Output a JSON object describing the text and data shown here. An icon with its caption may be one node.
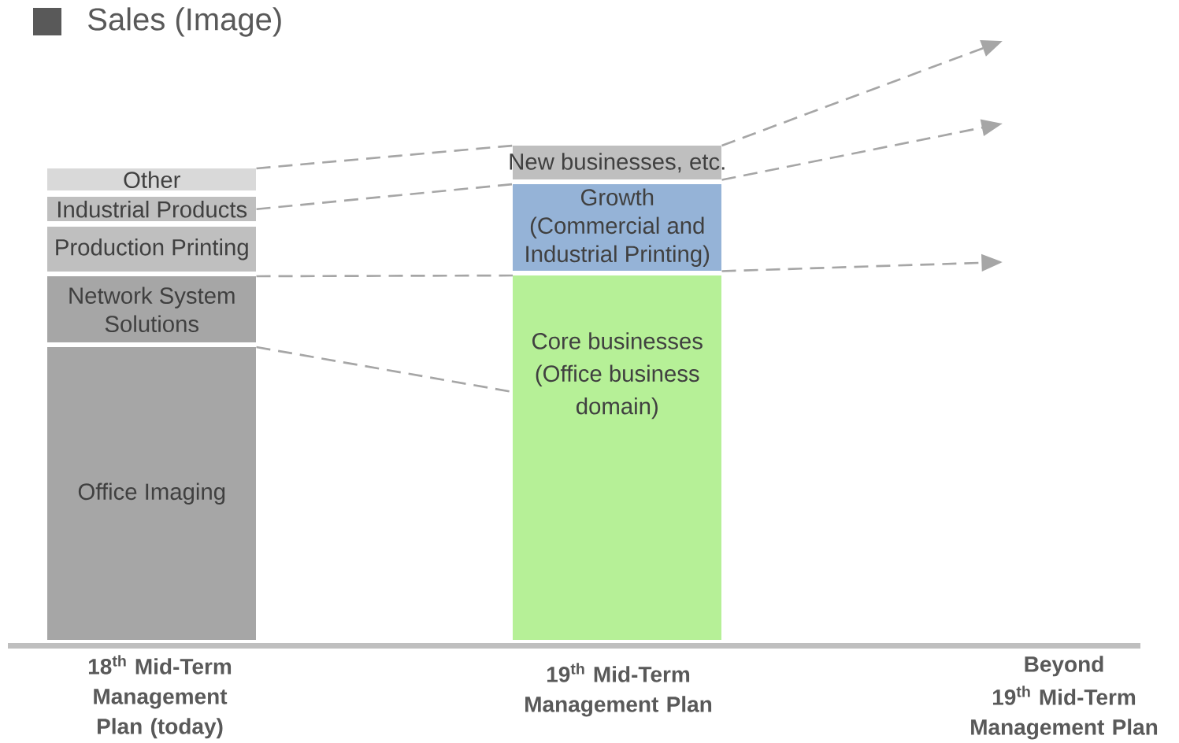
{
  "diagram": {
    "title": "Sales (Image)",
    "nodes": [
      {
        "text": [
          "Other"
        ]
      },
      {
        "text": [
          "Industrial Products"
        ]
      },
      {
        "text": [
          "Production Printing"
        ]
      },
      {
        "text": [
          "Network System Solutions"
        ]
      },
      {
        "text": [
          "Office Imaging"
        ]
      },
      {
        "text": [
          "New businesses, etc."
        ]
      },
      {
        "text": [
          "Growth",
          "(Commercial and Industrial Printing)"
        ]
      },
      {
        "text": [
          "Core businesses",
          "(Office business domain)"
        ]
      }
    ],
    "edges": [
      {
        "from": 0,
        "to": 5,
        "arrow": "none",
        "style": "dashed"
      },
      {
        "from": 1,
        "to": 6,
        "arrow": "none",
        "style": "dashed"
      },
      {
        "from": 3,
        "to": 7,
        "arrow": "none",
        "style": "dashed"
      },
      {
        "from": 4,
        "to": 7,
        "arrow": "none",
        "style": "dashed"
      },
      {
        "from": 5,
        "to": null,
        "arrow": "to",
        "style": "dashed"
      },
      {
        "from": 5,
        "to": null,
        "arrow": "to",
        "style": "dashed"
      },
      {
        "from": 6,
        "to": null,
        "arrow": "to",
        "style": "dashed"
      }
    ],
    "labels": [
      "18$^{th}$ Mid-Term Management Plan (today)",
      "19$^{th}$ Mid-Term Management Plan",
      "Beyond",
      "19$^{th}$ Mid-Term Management Plan"
    ]
  }
}
